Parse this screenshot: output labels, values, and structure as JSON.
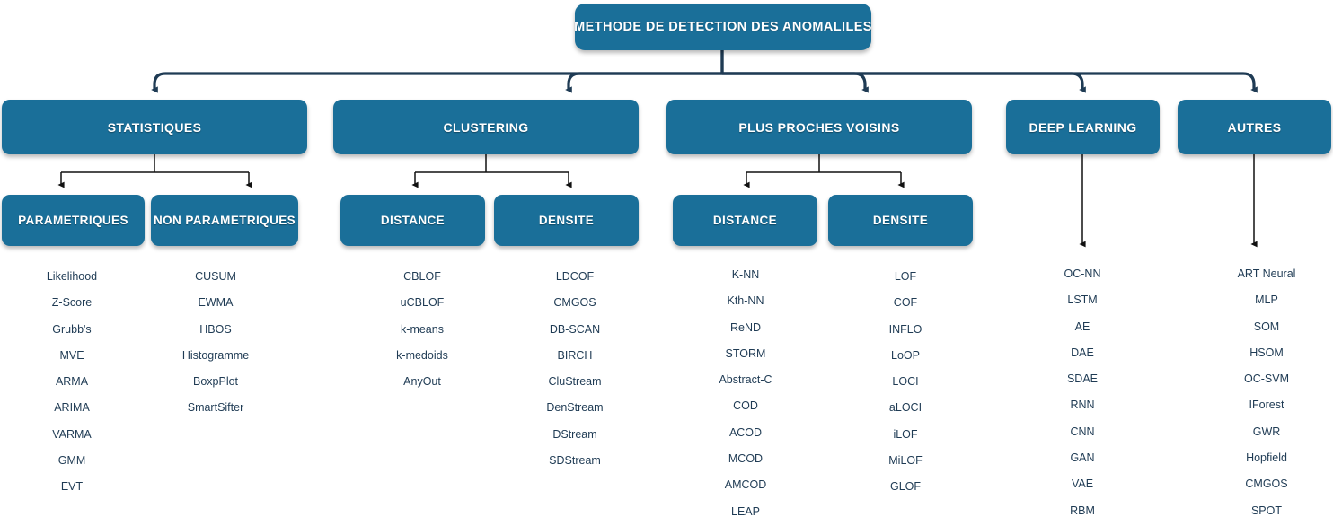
{
  "diagram": {
    "title": "METHODE DE DETECTION DES ANOMALILES",
    "colors": {
      "node_fill": "#1a6f99",
      "node_text": "#ffffff",
      "leaf_text": "#1f3b54",
      "connector_primary": "#1f3b54",
      "connector_secondary": "#000000",
      "background": "#ffffff"
    },
    "root": {
      "label": "METHODE DE DETECTION DES ANOMALILES"
    },
    "level2": [
      {
        "id": "statistiques",
        "label": "STATISTIQUES"
      },
      {
        "id": "clustering",
        "label": "CLUSTERING"
      },
      {
        "id": "plus-proches-voisins",
        "label": "PLUS PROCHES VOISINS"
      },
      {
        "id": "deep-learning",
        "label": "DEEP LEARNING"
      },
      {
        "id": "autres",
        "label": "AUTRES"
      }
    ],
    "level3": [
      {
        "id": "stat-parametriques",
        "label": "PARAMETRIQUES",
        "parent": "statistiques"
      },
      {
        "id": "stat-non-parametriques",
        "label": "NON PARAMETRIQUES",
        "parent": "statistiques"
      },
      {
        "id": "clu-distance",
        "label": "DISTANCE",
        "parent": "clustering"
      },
      {
        "id": "clu-densite",
        "label": "DENSITE",
        "parent": "clustering"
      },
      {
        "id": "ppv-distance",
        "label": "DISTANCE",
        "parent": "plus-proches-voisins"
      },
      {
        "id": "ppv-densite",
        "label": "DENSITE",
        "parent": "plus-proches-voisins"
      }
    ],
    "leaf_columns": [
      {
        "id": "leaves-parametriques",
        "parent": "stat-parametriques",
        "items": [
          "Likelihood",
          "Z-Score",
          "Grubb's",
          "MVE",
          "ARMA",
          "ARIMA",
          "VARMA",
          "GMM",
          "EVT"
        ]
      },
      {
        "id": "leaves-non-parametriques",
        "parent": "stat-non-parametriques",
        "items": [
          "CUSUM",
          "EWMA",
          "HBOS",
          "Histogramme",
          "BoxpPlot",
          "SmartSifter"
        ]
      },
      {
        "id": "leaves-clustering-distance",
        "parent": "clu-distance",
        "items": [
          "CBLOF",
          "uCBLOF",
          "k-means",
          "k-medoids",
          "AnyOut"
        ]
      },
      {
        "id": "leaves-clustering-densite",
        "parent": "clu-densite",
        "items": [
          "LDCOF",
          "CMGOS",
          "DB-SCAN",
          "BIRCH",
          "CluStream",
          "DenStream",
          "DStream",
          "SDStream"
        ]
      },
      {
        "id": "leaves-ppv-distance",
        "parent": "ppv-distance",
        "items": [
          "K-NN",
          "Kth-NN",
          "ReND",
          "STORM",
          "Abstract-C",
          "COD",
          "ACOD",
          "MCOD",
          "AMCOD",
          "LEAP"
        ]
      },
      {
        "id": "leaves-ppv-densite",
        "parent": "ppv-densite",
        "items": [
          "LOF",
          "COF",
          "INFLO",
          "LoOP",
          "LOCI",
          "aLOCI",
          "iLOF",
          "MiLOF",
          "GLOF"
        ]
      },
      {
        "id": "leaves-deep-learning",
        "parent": "deep-learning",
        "items": [
          "OC-NN",
          "LSTM",
          "AE",
          "DAE",
          "SDAE",
          "RNN",
          "CNN",
          "GAN",
          "VAE",
          "RBM"
        ]
      },
      {
        "id": "leaves-autres",
        "parent": "autres",
        "items": [
          "ART Neural",
          "MLP",
          "SOM",
          "HSOM",
          "OC-SVM",
          "IForest",
          "GWR",
          "Hopfield",
          "CMGOS",
          "SPOT"
        ]
      }
    ]
  }
}
